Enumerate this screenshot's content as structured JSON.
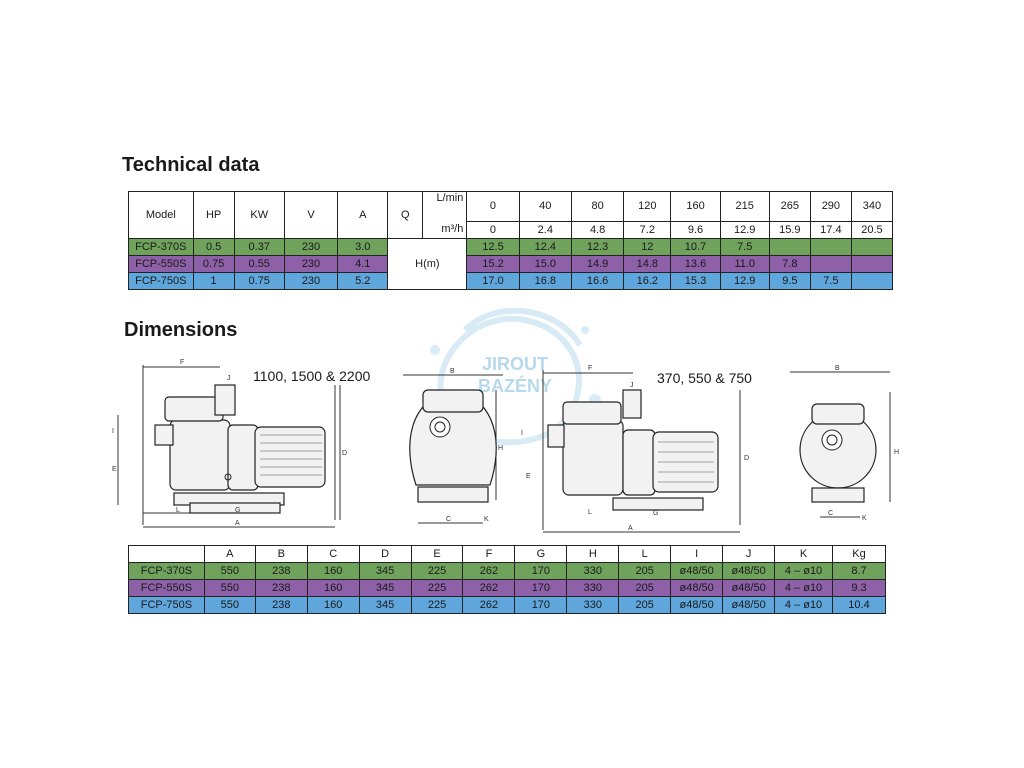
{
  "tech_title": "Technical data",
  "dims_title": "Dimensions",
  "tech": {
    "model_header": "Model",
    "hp_header": "HP",
    "kw_header": "KW",
    "v_header": "V",
    "a_header": "A",
    "q_header": "Q",
    "lmin_header": "L/min",
    "m3h_header": "m³/h",
    "hm_label": "H(m)",
    "lmin_values": [
      "0",
      "40",
      "80",
      "120",
      "160",
      "215",
      "265",
      "290",
      "340"
    ],
    "m3h_values": [
      "0",
      "2.4",
      "4.8",
      "7.2",
      "9.6",
      "12.9",
      "15.9",
      "17.4",
      "20.5"
    ],
    "rows": [
      {
        "model": "FCP-370S",
        "hp": "0.5",
        "kw": "0.37",
        "v": "230",
        "a": "3.0",
        "h": [
          "12.5",
          "12.4",
          "12.3",
          "12",
          "10.7",
          "7.5",
          "",
          "",
          ""
        ]
      },
      {
        "model": "FCP-550S",
        "hp": "0.75",
        "kw": "0.55",
        "v": "230",
        "a": "4.1",
        "h": [
          "15.2",
          "15.0",
          "14.9",
          "14.8",
          "13.6",
          "11.0",
          "7.8",
          "",
          ""
        ]
      },
      {
        "model": "FCP-750S",
        "hp": "1",
        "kw": "0.75",
        "v": "230",
        "a": "5.2",
        "h": [
          "17.0",
          "16.8",
          "16.6",
          "16.2",
          "15.3",
          "12.9",
          "9.5",
          "7.5",
          ""
        ]
      }
    ]
  },
  "drawing_labels": {
    "large_models": "1100, 1500 & 2200",
    "small_models": "370, 550 & 750",
    "watermark_line1": "JIROUT",
    "watermark_line2": "BAZÉNY",
    "dim_letters": {
      "a": "A",
      "b": "B",
      "c": "C",
      "d": "D",
      "e": "E",
      "f": "F",
      "g": "G",
      "h": "H",
      "i": "I",
      "j": "J",
      "k": "K",
      "l": "L"
    }
  },
  "dims": {
    "headers": [
      "",
      "A",
      "B",
      "C",
      "D",
      "E",
      "F",
      "G",
      "H",
      "L",
      "I",
      "J",
      "K",
      "Kg"
    ],
    "rows": [
      {
        "model": "FCP-370S",
        "vals": [
          "550",
          "238",
          "160",
          "345",
          "225",
          "262",
          "170",
          "330",
          "205",
          "ø48/50",
          "ø48/50",
          "4 – ø10",
          "8.7"
        ]
      },
      {
        "model": "FCP-550S",
        "vals": [
          "550",
          "238",
          "160",
          "345",
          "225",
          "262",
          "170",
          "330",
          "205",
          "ø48/50",
          "ø48/50",
          "4 – ø10",
          "9.3"
        ]
      },
      {
        "model": "FCP-750S",
        "vals": [
          "550",
          "238",
          "160",
          "345",
          "225",
          "262",
          "170",
          "330",
          "205",
          "ø48/50",
          "ø48/50",
          "4 – ø10",
          "10.4"
        ]
      }
    ]
  }
}
